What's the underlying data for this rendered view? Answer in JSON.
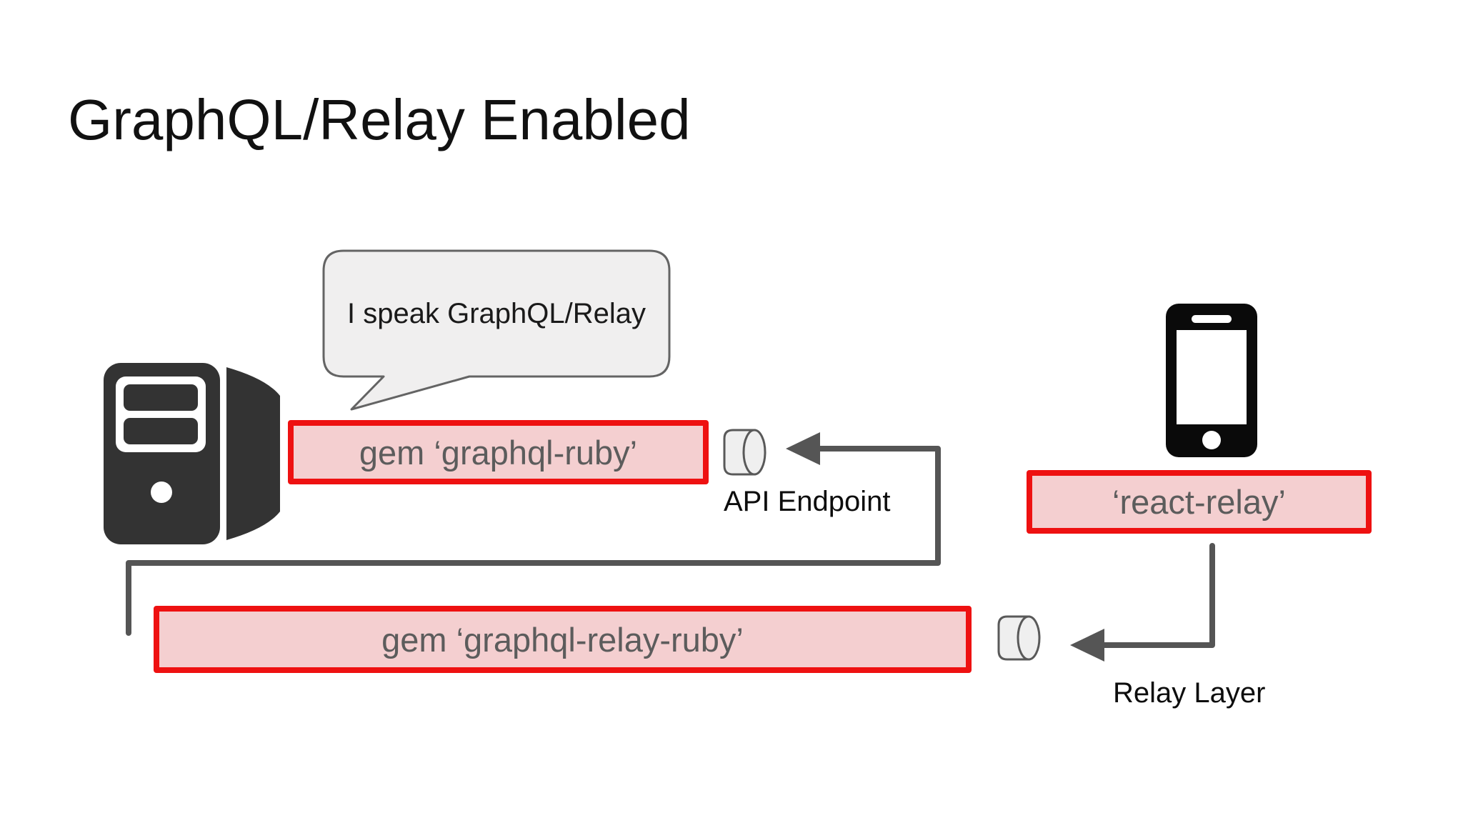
{
  "title": "GraphQL/Relay Enabled",
  "speech_bubble": {
    "text": "I speak GraphQL/Relay"
  },
  "boxes": {
    "graphql_ruby": "gem ‘graphql-ruby’",
    "graphql_relay_ruby": "gem ‘graphql-relay-ruby’",
    "react_relay": "‘react-relay’"
  },
  "labels": {
    "api_endpoint": "API Endpoint",
    "relay_layer": "Relay Layer"
  },
  "icons": {
    "server": "server-tower-icon",
    "client": "smartphone-icon",
    "api_endpoint_node": "database-cylinder-icon",
    "relay_layer_node": "database-cylinder-icon"
  },
  "colors": {
    "box_border_red": "#ee1111",
    "box_fill_pink": "#f4cfd0",
    "box_text_gray": "#5c5c5c",
    "connector_gray": "#555555",
    "bubble_fill": "#f0efef",
    "bubble_border": "#646464",
    "icon_dark": "#333333",
    "text_black": "#111111"
  }
}
